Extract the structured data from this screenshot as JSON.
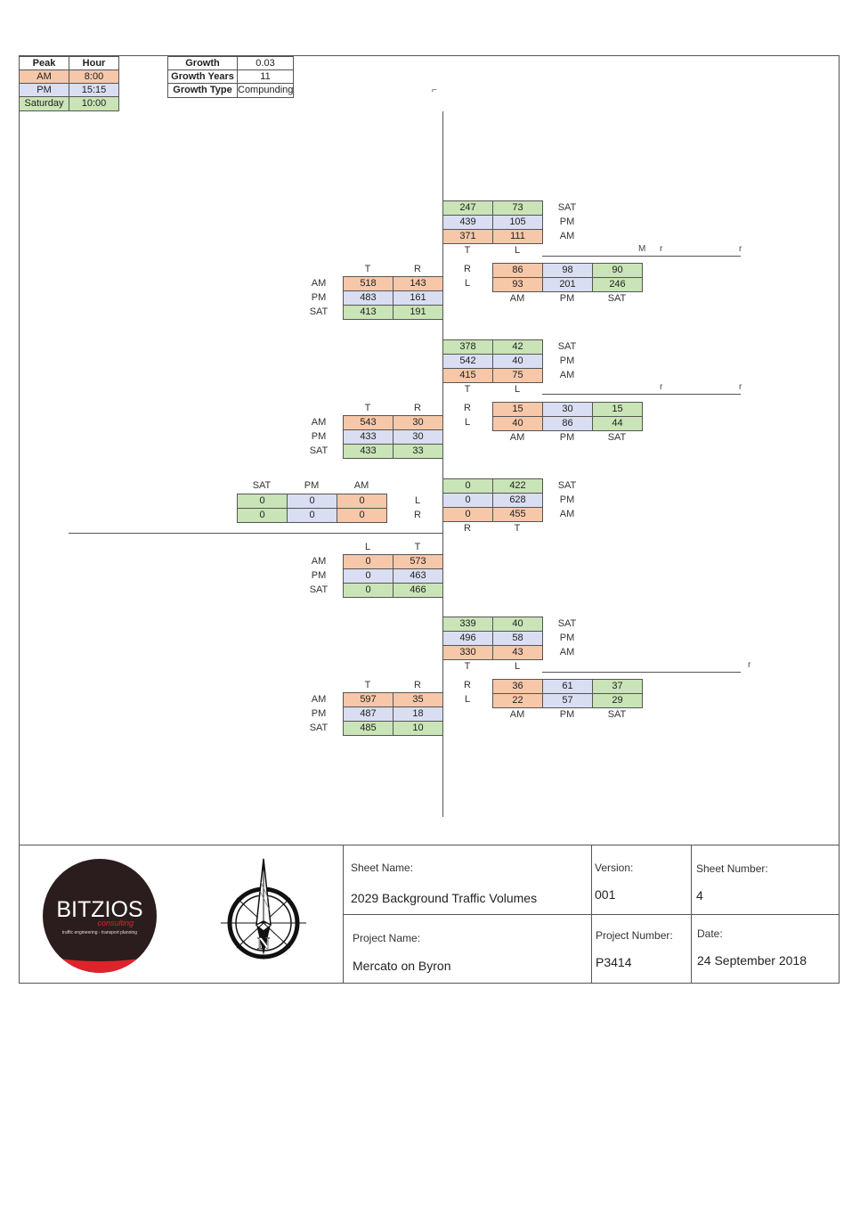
{
  "legend": {
    "peak_header": "Peak",
    "hour_header": "Hour",
    "rows": [
      {
        "peak": "AM",
        "hour": "8:00"
      },
      {
        "peak": "PM",
        "hour": "15:15"
      },
      {
        "peak": "Saturday",
        "hour": "10:00"
      }
    ]
  },
  "growth": {
    "rows": [
      {
        "label": "Growth",
        "value": "0.03"
      },
      {
        "label": "Growth Years",
        "value": "11"
      },
      {
        "label": "Growth Type",
        "value": "Compunding"
      }
    ]
  },
  "period_labels": {
    "am": "AM",
    "pm": "PM",
    "sat": "SAT"
  },
  "intersections": [
    {
      "north": {
        "headers": [
          "T",
          "L"
        ],
        "sat": [
          "247",
          "73"
        ],
        "pm": [
          "439",
          "105"
        ],
        "am": [
          "371",
          "111"
        ]
      },
      "east": {
        "row_labels": [
          "R",
          "L"
        ],
        "cols": [
          {
            "label": "AM",
            "values": [
              "86",
              "93"
            ]
          },
          {
            "label": "PM",
            "values": [
              "98",
              "201"
            ]
          },
          {
            "label": "SAT",
            "values": [
              "90",
              "246"
            ]
          }
        ]
      },
      "south": {
        "headers": [
          "T",
          "R"
        ],
        "am": [
          "518",
          "143"
        ],
        "pm": [
          "483",
          "161"
        ],
        "sat": [
          "413",
          "191"
        ]
      }
    },
    {
      "north": {
        "headers": [
          "T",
          "L"
        ],
        "sat": [
          "378",
          "42"
        ],
        "pm": [
          "542",
          "40"
        ],
        "am": [
          "415",
          "75"
        ]
      },
      "east": {
        "row_labels": [
          "R",
          "L"
        ],
        "cols": [
          {
            "label": "AM",
            "values": [
              "15",
              "40"
            ]
          },
          {
            "label": "PM",
            "values": [
              "30",
              "86"
            ]
          },
          {
            "label": "SAT",
            "values": [
              "15",
              "44"
            ]
          }
        ]
      },
      "south": {
        "headers": [
          "T",
          "R"
        ],
        "am": [
          "543",
          "30"
        ],
        "pm": [
          "433",
          "30"
        ],
        "sat": [
          "433",
          "33"
        ]
      }
    },
    {
      "north": {
        "headers": [
          "R",
          "T"
        ],
        "sat": [
          "0",
          "422"
        ],
        "pm": [
          "0",
          "628"
        ],
        "am": [
          "0",
          "455"
        ]
      },
      "west": {
        "row_labels": [
          "L",
          "R"
        ],
        "cols": [
          {
            "label": "SAT",
            "values": [
              "0",
              "0"
            ]
          },
          {
            "label": "PM",
            "values": [
              "0",
              "0"
            ]
          },
          {
            "label": "AM",
            "values": [
              "0",
              "0"
            ]
          }
        ]
      },
      "south": {
        "headers": [
          "L",
          "T"
        ],
        "am": [
          "0",
          "573"
        ],
        "pm": [
          "0",
          "463"
        ],
        "sat": [
          "0",
          "466"
        ]
      }
    },
    {
      "north": {
        "headers": [
          "T",
          "L"
        ],
        "sat": [
          "339",
          "40"
        ],
        "pm": [
          "496",
          "58"
        ],
        "am": [
          "330",
          "43"
        ]
      },
      "east": {
        "row_labels": [
          "R",
          "L"
        ],
        "cols": [
          {
            "label": "AM",
            "values": [
              "36",
              "22"
            ]
          },
          {
            "label": "PM",
            "values": [
              "61",
              "57"
            ]
          },
          {
            "label": "SAT",
            "values": [
              "37",
              "29"
            ]
          }
        ]
      },
      "south": {
        "headers": [
          "T",
          "R"
        ],
        "am": [
          "597",
          "35"
        ],
        "pm": [
          "487",
          "18"
        ],
        "sat": [
          "485",
          "10"
        ]
      }
    }
  ],
  "title_block": {
    "logo_text": "BITZIOS",
    "logo_sub": "consulting",
    "logo_tagline": "traffic engineering - transport planning",
    "north_letter": "N",
    "sheet_name_label": "Sheet Name:",
    "sheet_name": "2029 Background Traffic Volumes",
    "version_label": "Version:",
    "version": "001",
    "sheet_number_label": "Sheet Number:",
    "sheet_number": "4",
    "project_name_label": "Project Name:",
    "project_name": "Mercato on Byron",
    "project_number_label": "Project Number:",
    "project_number": "P3414",
    "date_label": "Date:",
    "date": "24 September 2018"
  },
  "stray_marks": {
    "m": "M",
    "r": "r"
  }
}
